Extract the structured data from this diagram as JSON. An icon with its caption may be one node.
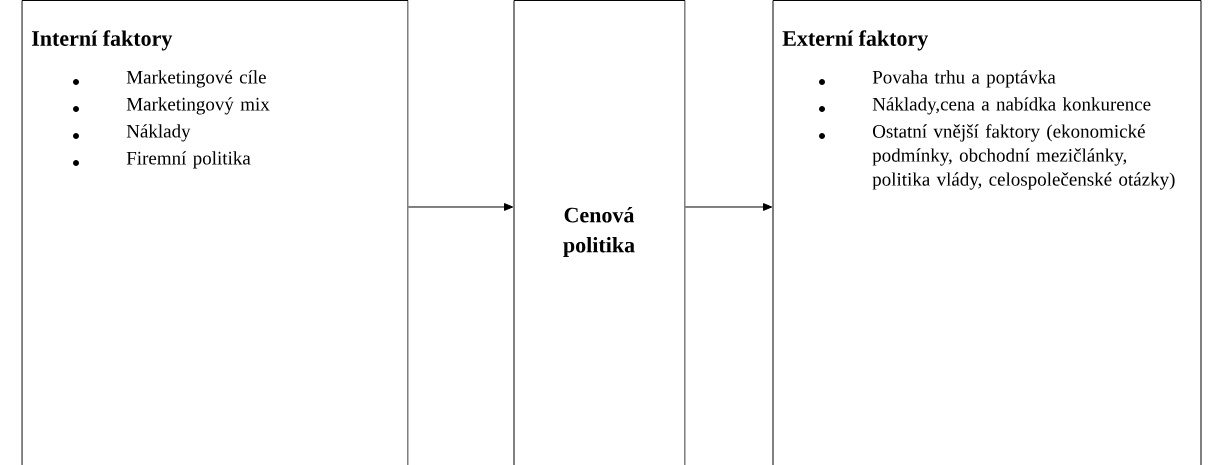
{
  "diagram": {
    "nodes": [
      {
        "text": [
          "Interní faktory",
          "Marketingové cíle",
          "Marketingový mix",
          "Náklady",
          "Firemní politika"
        ]
      },
      {
        "text": [
          "Cenová politika"
        ]
      },
      {
        "text": [
          "Externí faktory",
          "Povaha trhu a poptávka",
          "Náklady,cena a nabídka konkurence",
          "Ostatní vnější faktory (ekonomické podmínky, obchodní mezičlánky, politika vlády, celospolečenské otázky)"
        ]
      }
    ],
    "edges": [
      {
        "from": 0,
        "to": 1,
        "arrow": "to"
      },
      {
        "from": 1,
        "to": 2,
        "arrow": "to"
      }
    ]
  }
}
